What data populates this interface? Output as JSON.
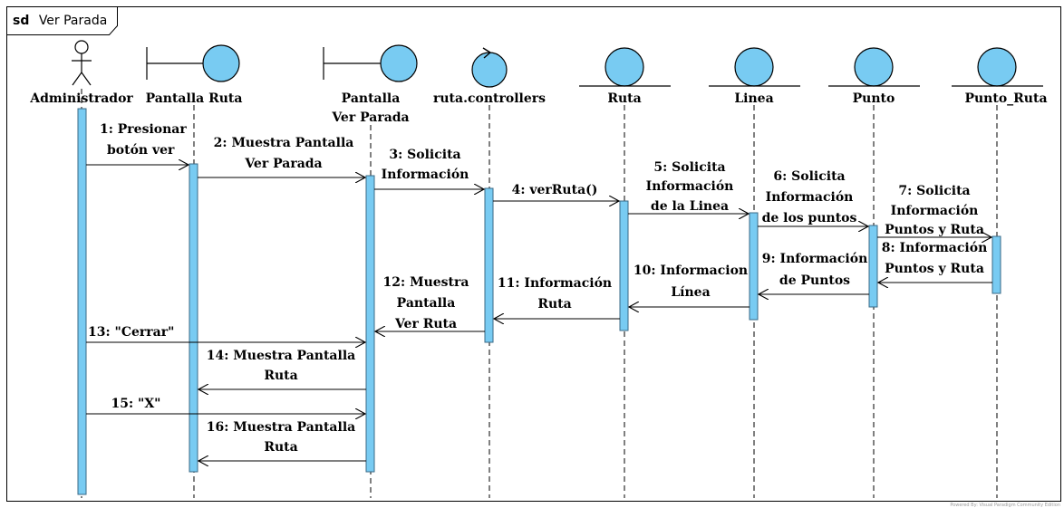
{
  "frame": {
    "keyword": "sd",
    "name": "Ver Parada"
  },
  "colors": {
    "fill": "#78cbf2",
    "stroke": "#000000",
    "act_stroke": "#3a6a86"
  },
  "participants": [
    {
      "id": "admin",
      "label": [
        "Administrador"
      ],
      "shape": "actor"
    },
    {
      "id": "pruta",
      "label": [
        "Pantalla Ruta"
      ],
      "shape": "boundary"
    },
    {
      "id": "pparada",
      "label": [
        "Pantalla",
        "Ver Parada"
      ],
      "shape": "boundary"
    },
    {
      "id": "ctrl",
      "label": [
        "ruta.controllers"
      ],
      "shape": "control"
    },
    {
      "id": "ruta",
      "label": [
        "Ruta"
      ],
      "shape": "entity"
    },
    {
      "id": "linea",
      "label": [
        "Linea"
      ],
      "shape": "entity"
    },
    {
      "id": "punto",
      "label": [
        "Punto"
      ],
      "shape": "entity"
    },
    {
      "id": "pruta2",
      "label": [
        "Punto_Ruta"
      ],
      "shape": "entity"
    }
  ],
  "messages": [
    {
      "id": "m1",
      "lines": [
        "1: Presionar",
        "botón ver"
      ]
    },
    {
      "id": "m2",
      "lines": [
        "2: Muestra Pantalla",
        "Ver Parada"
      ]
    },
    {
      "id": "m3",
      "lines": [
        "3: Solicita",
        "Información"
      ]
    },
    {
      "id": "m4",
      "lines": [
        "4: verRuta()"
      ]
    },
    {
      "id": "m5",
      "lines": [
        "5: Solicita",
        "Información",
        "de la Linea"
      ]
    },
    {
      "id": "m6",
      "lines": [
        "6: Solicita",
        "Información",
        "de los puntos"
      ]
    },
    {
      "id": "m7",
      "lines": [
        "7: Solicita",
        "Información",
        "Puntos y Ruta"
      ]
    },
    {
      "id": "m8",
      "lines": [
        "8: Información",
        "Puntos y Ruta"
      ]
    },
    {
      "id": "m9",
      "lines": [
        "9: Información",
        "de Puntos"
      ]
    },
    {
      "id": "m10",
      "lines": [
        "10: Informacion",
        "Línea"
      ]
    },
    {
      "id": "m11",
      "lines": [
        "11: Información",
        "Ruta"
      ]
    },
    {
      "id": "m12",
      "lines": [
        "12: Muestra",
        "Pantalla",
        "Ver Ruta"
      ]
    },
    {
      "id": "m13",
      "lines": [
        "13: \"Cerrar\""
      ]
    },
    {
      "id": "m14",
      "lines": [
        "14: Muestra Pantalla",
        "Ruta"
      ]
    },
    {
      "id": "m15",
      "lines": [
        "15: \"X\""
      ]
    },
    {
      "id": "m16",
      "lines": [
        "16: Muestra Pantalla",
        "Ruta"
      ]
    }
  ],
  "footer": "Powered By: Visual Paradigm Community Edition"
}
